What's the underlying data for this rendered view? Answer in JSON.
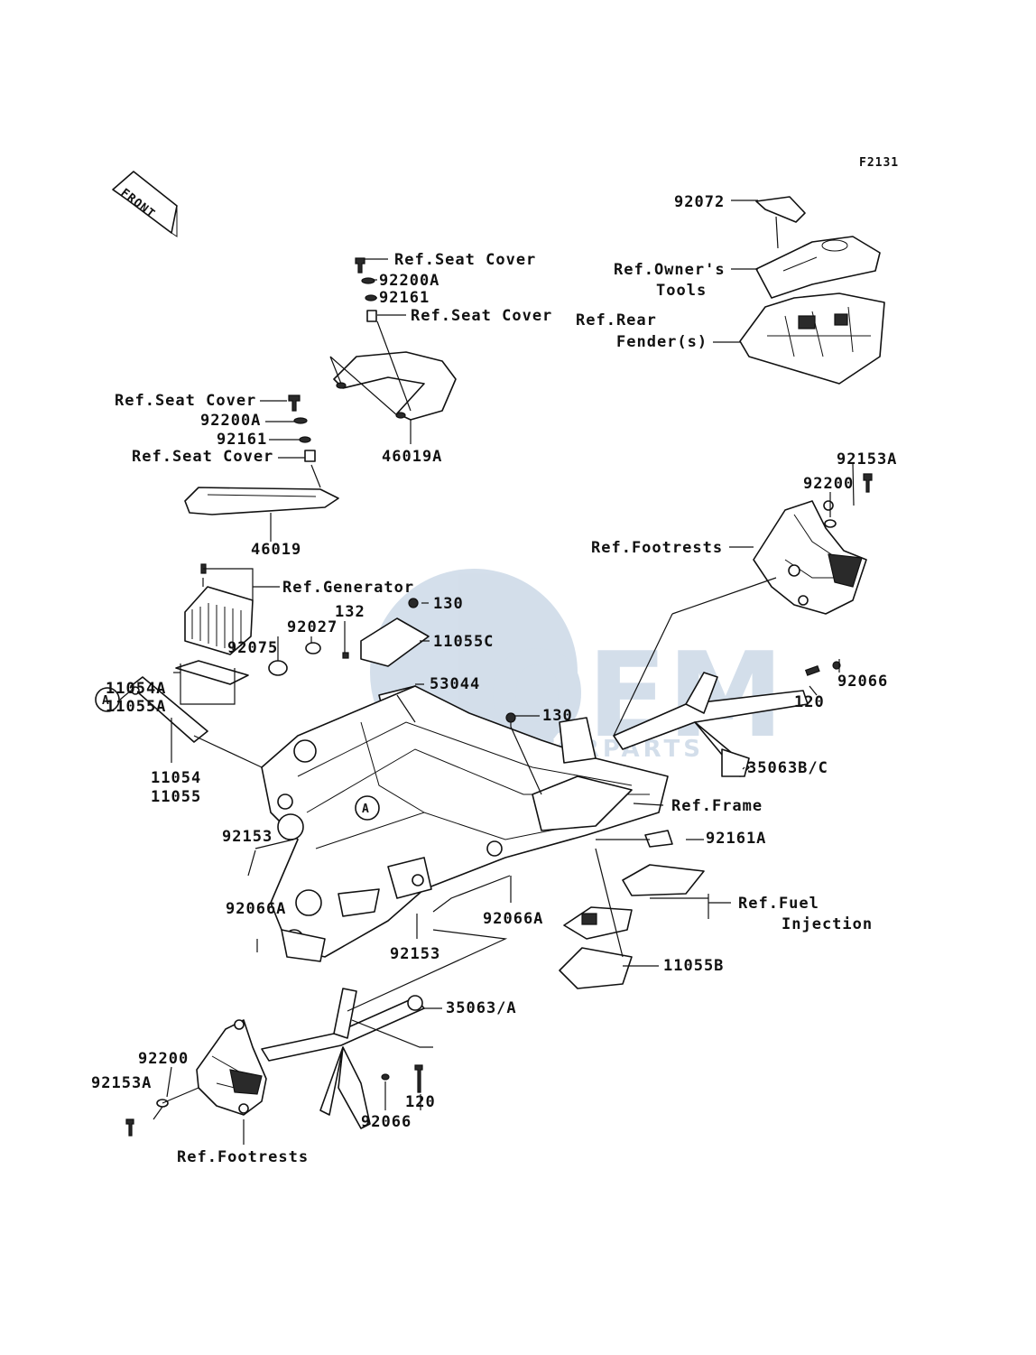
{
  "figure_code": "F2131",
  "front_label": "FRONT",
  "watermark": {
    "logo_text": "OEM",
    "subtitle": "MOTORPARTS",
    "color": "#3a6ea5"
  },
  "circle_marker": "A",
  "labels": {
    "p92072": "92072",
    "owners_tools_1": "Ref.Owner's",
    "owners_tools_2": "Tools",
    "rear_fender_1": "Ref.Rear",
    "rear_fender_2": "Fender(s)",
    "seat_cover_a": "Ref.Seat Cover",
    "p92200A_top": "92200A",
    "p92161_top": "92161",
    "seat_cover_b": "Ref.Seat Cover",
    "p46019A": "46019A",
    "seat_cover_c": "Ref.Seat Cover",
    "p92200A_left": "92200A",
    "p92161_left": "92161",
    "seat_cover_d": "Ref.Seat Cover",
    "p46019": "46019",
    "p92153A_right": "92153A",
    "p92200_right": "92200",
    "footrests_right": "Ref.Footrests",
    "generator": "Ref.Generator",
    "p130_top": "130",
    "p132": "132",
    "p92027": "92027",
    "p11055C": "11055C",
    "p92075": "92075",
    "p53044": "53044",
    "p11054A": "11054A",
    "p11055A": "11055A",
    "p92066_right": "92066",
    "p120_right": "120",
    "p130_mid": "130",
    "p11054": "11054",
    "p11055": "11055",
    "p35063BC": "35063B/C",
    "frame": "Ref.Frame",
    "p92153_left": "92153",
    "p92161A": "92161A",
    "p92066A_left": "92066A",
    "p92066A_mid": "92066A",
    "fuel_1": "Ref.Fuel",
    "fuel_2": "Injection",
    "p92153_mid": "92153",
    "p11055B": "11055B",
    "p35063A": "35063/A",
    "p92200_left": "92200",
    "p92153A_left": "92153A",
    "p120_left": "120",
    "p92066_left": "92066",
    "footrests_left": "Ref.Footrests"
  }
}
